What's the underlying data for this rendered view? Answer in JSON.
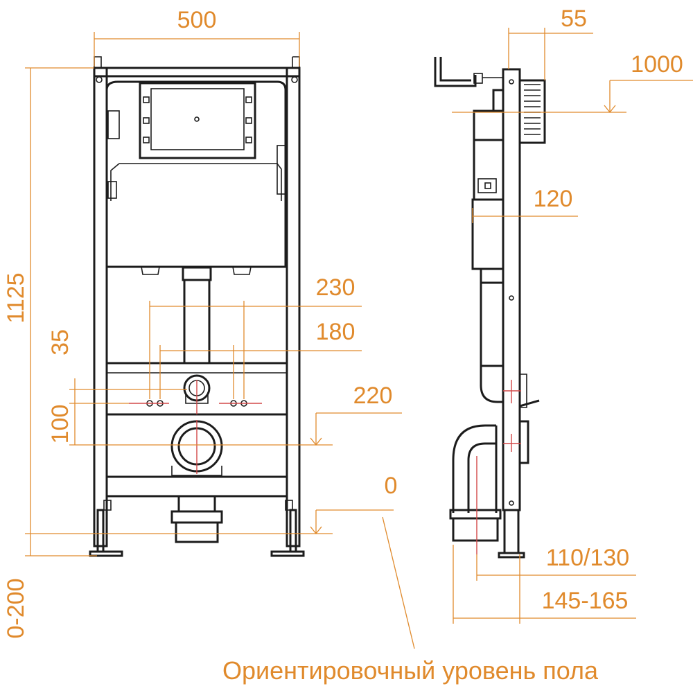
{
  "palette": {
    "dimension": "#e08a2c",
    "outline": "#1c1c1c",
    "marker": "#d24848",
    "background": "#ffffff"
  },
  "front_view": {
    "width_label": "500",
    "height_label": "1125",
    "floor_adjust_label": "0-200",
    "studs_outer_label": "230",
    "studs_inner_label": "180",
    "stud_offset_label": "35",
    "drain_offset_label": "100",
    "drain_height_label": "220",
    "floor_zero_label": "0"
  },
  "side_view": {
    "top_offset_label": "55",
    "cistern_height_label": "1000",
    "flush_depth_label": "120",
    "pipe_diameter_label": "110/130",
    "depth_range_label": "145-165"
  },
  "caption": "Ориентировочный уровень пола"
}
